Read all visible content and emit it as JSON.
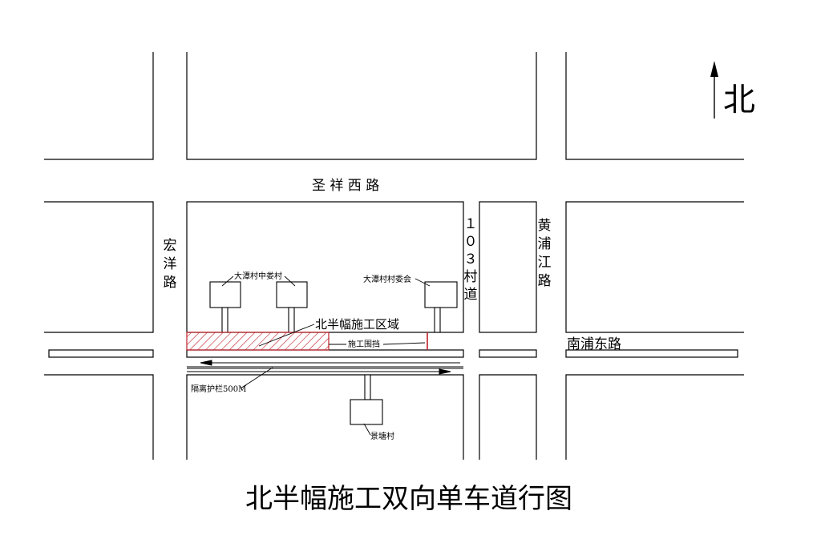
{
  "compass": {
    "label": "北"
  },
  "roads": {
    "north": "圣 祥 西 路",
    "west": "宏洋路",
    "route_103": "１０３村道",
    "east": "黄浦江路",
    "south_east": "南浦东路"
  },
  "labels": {
    "village_committee_left": "大潭村中娄村",
    "village_committee_right": "大潭村村委会",
    "work_zone": "北半幅施工区域",
    "fence": "施工围挡",
    "barrier": "隔离护栏500M",
    "jingtang": "景塘村"
  },
  "title": "北半幅施工双向单车道行图",
  "colors": {
    "work_zone": "#c0202a",
    "line": "#000000",
    "background": "#ffffff"
  }
}
